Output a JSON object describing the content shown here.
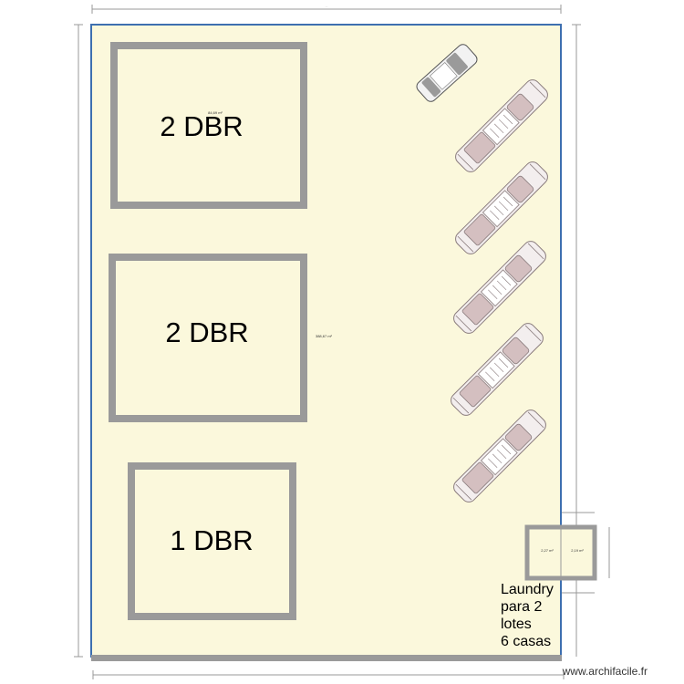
{
  "rooms": [
    {
      "label": "2 DBR",
      "area": "84,69 m²"
    },
    {
      "label": "2 DBR",
      "area": ""
    },
    {
      "label": "1 DBR",
      "area": ""
    }
  ],
  "lot": {
    "area": "388,67 m²"
  },
  "laundry": {
    "areas": [
      "2,27 m²",
      "2,19 m²"
    ],
    "note": [
      "Laundry",
      "para 2",
      "lotes",
      "6 casas"
    ]
  },
  "dimensions": {
    "top": "…",
    "left": "…",
    "right": "…",
    "bottom": "…"
  },
  "watermark": "www.archifacile.fr",
  "colors": {
    "lot_fill": "#fbf8dc",
    "lot_border": "#3d6fb0",
    "wall": "#9a9a9a",
    "car_body": "#f3eeee",
    "car_trim": "#d4bfc0"
  }
}
